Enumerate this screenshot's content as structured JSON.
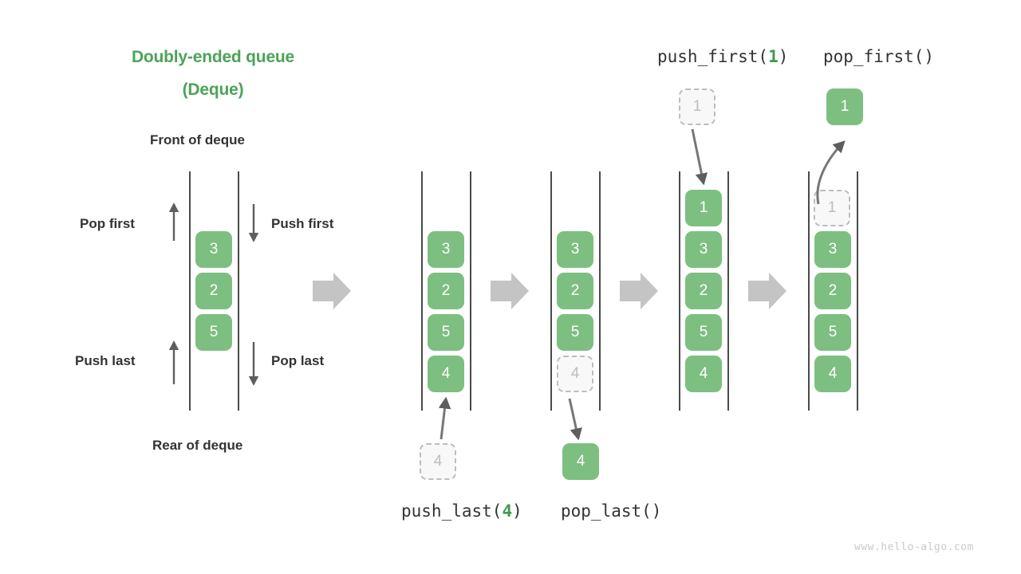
{
  "title": {
    "line1": "Doubly-ended queue",
    "line2": "(Deque)",
    "color": "#4CA357"
  },
  "labels": {
    "front": "Front of deque",
    "rear": "Rear of deque",
    "pop_first": "Pop first",
    "push_first": "Push first",
    "push_last": "Push last",
    "pop_last": "Pop last"
  },
  "operations": {
    "push_last": {
      "name": "push_last(",
      "arg": "4",
      "close": ")"
    },
    "pop_last": {
      "name": "pop_last()",
      "arg": "",
      "close": ""
    },
    "push_first": {
      "name": "push_first(",
      "arg": "1",
      "close": ")"
    },
    "pop_first": {
      "name": "pop_first()",
      "arg": "",
      "close": ""
    }
  },
  "columns": [
    {
      "id": "initial",
      "items": [
        {
          "value": "3",
          "state": "filled"
        },
        {
          "value": "2",
          "state": "filled"
        },
        {
          "value": "5",
          "state": "filled"
        }
      ]
    },
    {
      "id": "after-push-last",
      "items": [
        {
          "value": "3",
          "state": "filled"
        },
        {
          "value": "2",
          "state": "filled"
        },
        {
          "value": "5",
          "state": "filled"
        },
        {
          "value": "4",
          "state": "filled"
        }
      ],
      "incoming": {
        "value": "4",
        "state": "ghost"
      }
    },
    {
      "id": "after-pop-last",
      "items": [
        {
          "value": "3",
          "state": "filled"
        },
        {
          "value": "2",
          "state": "filled"
        },
        {
          "value": "5",
          "state": "filled"
        },
        {
          "value": "4",
          "state": "ghost"
        }
      ],
      "outgoing": {
        "value": "4",
        "state": "filled"
      }
    },
    {
      "id": "after-push-first",
      "items": [
        {
          "value": "1",
          "state": "filled"
        },
        {
          "value": "3",
          "state": "filled"
        },
        {
          "value": "2",
          "state": "filled"
        },
        {
          "value": "5",
          "state": "filled"
        },
        {
          "value": "4",
          "state": "filled"
        }
      ],
      "incoming": {
        "value": "1",
        "state": "ghost"
      }
    },
    {
      "id": "after-pop-first",
      "items": [
        {
          "value": "1",
          "state": "ghost"
        },
        {
          "value": "3",
          "state": "filled"
        },
        {
          "value": "2",
          "state": "filled"
        },
        {
          "value": "5",
          "state": "filled"
        },
        {
          "value": "4",
          "state": "filled"
        }
      ],
      "outgoing": {
        "value": "1",
        "state": "filled"
      }
    }
  ],
  "colors": {
    "box_fill": "#7DBF81",
    "box_text": "#ffffff",
    "ghost_fill": "#f8f8f8",
    "ghost_border": "#bdbdbd",
    "rail": "#4a4a4a",
    "thin_arrow": "#5e5e5e",
    "big_arrow": "#c4c4c4",
    "title_green": "#4CA357",
    "text_dark": "#333333"
  },
  "watermark": "www.hello-algo.com"
}
